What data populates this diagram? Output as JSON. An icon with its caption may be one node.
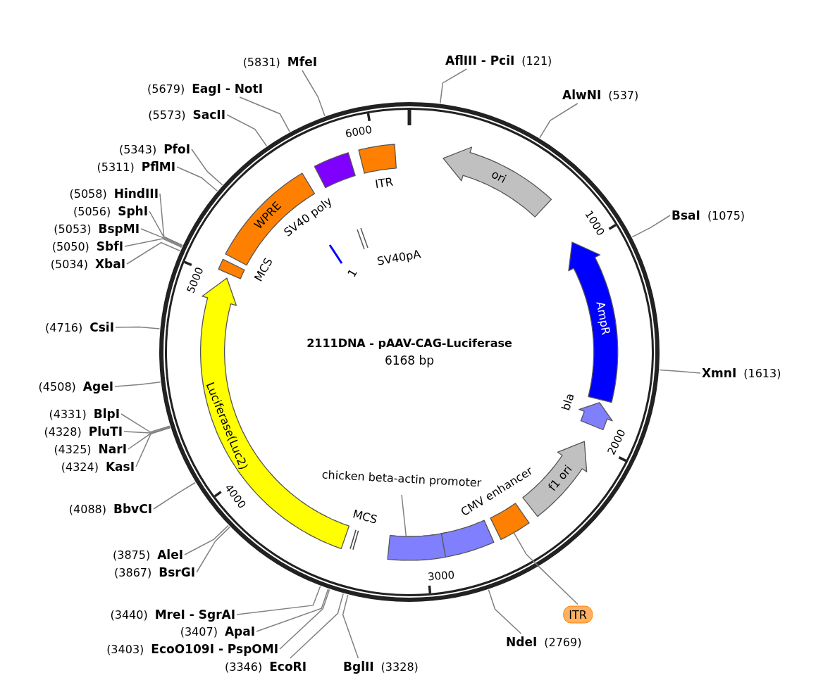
{
  "diagram": {
    "title": "2111DNA - pAAV-CAG-Luciferase",
    "nodes": [
      {
        "text": [],
        "shape": "circle"
      },
      {
        "text": [
          "ITR"
        ],
        "in": 0
      },
      {
        "text": [
          "ori"
        ],
        "in": 0
      },
      {
        "text": [
          "AmpR"
        ],
        "in": 0
      },
      {
        "text": [
          "bla"
        ],
        "in": 0
      },
      {
        "text": [
          "f1 ori"
        ],
        "in": 0
      },
      {
        "text": [],
        "shape": "box",
        "in": 0
      },
      {
        "text": [
          "ITR"
        ]
      },
      {
        "text": [
          "CMV enhancer"
        ],
        "in": 0
      },
      {
        "text": [],
        "shape": "box",
        "in": 0
      },
      {
        "text": [
          "chicken beta-actin promoter"
        ],
        "in": 0
      },
      {
        "text": [
          "MCS"
        ],
        "in": 0
      },
      {
        "text": [
          "Luciferase(Luc2)"
        ],
        "in": 0
      },
      {
        "text": [
          "MCS"
        ],
        "in": 0
      },
      {
        "text": [
          "WPRE"
        ],
        "in": 0
      },
      {
        "text": [
          "SV40 poly"
        ],
        "in": 0
      },
      {
        "text": [
          "SV40pA"
        ],
        "in": 0
      },
      {
        "text": [
          "1"
        ],
        "in": 0
      },
      {
        "text": [
          "AflIII - PciI",
          "(121)"
        ]
      },
      {
        "text": [
          "AlwNI",
          "(537)"
        ]
      },
      {
        "text": [
          "BsaI",
          "(1075)"
        ]
      },
      {
        "text": [
          "XmnI",
          "(1613)"
        ]
      },
      {
        "text": [
          "NdeI",
          "(2769)"
        ]
      },
      {
        "text": [
          "BglII",
          "(3328)"
        ]
      },
      {
        "text": [
          "(3346)",
          "EcoRI"
        ]
      },
      {
        "text": [
          "(3403)",
          "EcoO109I - PspOMI"
        ]
      },
      {
        "text": [
          "(3407)",
          "ApaI"
        ]
      },
      {
        "text": [
          "(3440)",
          "MreI - SgrAI"
        ]
      },
      {
        "text": [
          "(3867)",
          "BsrGI"
        ]
      },
      {
        "text": [
          "(3875)",
          "AleI"
        ]
      },
      {
        "text": [
          "(4088)",
          "BbvCI"
        ]
      },
      {
        "text": [
          "(4324)",
          "KasI"
        ]
      },
      {
        "text": [
          "(4325)",
          "NarI"
        ]
      },
      {
        "text": [
          "(4328)",
          "PluTI"
        ]
      },
      {
        "text": [
          "(4331)",
          "BlpI"
        ]
      },
      {
        "text": [
          "(4508)",
          "AgeI"
        ]
      },
      {
        "text": [
          "(4716)",
          "CsiI"
        ]
      },
      {
        "text": [
          "(5034)",
          "XbaI"
        ]
      },
      {
        "text": [
          "(5050)",
          "SbfI"
        ]
      },
      {
        "text": [
          "(5053)",
          "BspMI"
        ]
      },
      {
        "text": [
          "(5056)",
          "SphI"
        ]
      },
      {
        "text": [
          "(5058)",
          "HindIII"
        ]
      },
      {
        "text": [
          "(5311)",
          "PflMI"
        ]
      },
      {
        "text": [
          "(5343)",
          "PfoI"
        ]
      },
      {
        "text": [
          "(5573)",
          "SacII"
        ]
      },
      {
        "text": [
          "(5679)",
          "EagI - NotI"
        ]
      },
      {
        "text": [
          "(5831)",
          "MfeI"
        ]
      }
    ],
    "edges": [
      {
        "from": 18,
        "to": 0,
        "arrow": "none"
      },
      {
        "from": 19,
        "to": 0,
        "arrow": "none"
      },
      {
        "from": 20,
        "to": 0,
        "arrow": "none"
      },
      {
        "from": 21,
        "to": 0,
        "arrow": "none"
      },
      {
        "from": 22,
        "to": 0,
        "arrow": "none"
      },
      {
        "from": 23,
        "to": 0,
        "arrow": "none"
      },
      {
        "from": 24,
        "to": 0,
        "arrow": "none"
      },
      {
        "from": 25,
        "to": 0,
        "arrow": "none"
      },
      {
        "from": 26,
        "to": 0,
        "arrow": "none"
      },
      {
        "from": 27,
        "to": 0,
        "arrow": "none"
      },
      {
        "from": 28,
        "to": 0,
        "arrow": "none"
      },
      {
        "from": 29,
        "to": 0,
        "arrow": "none"
      },
      {
        "from": 30,
        "to": 0,
        "arrow": "none"
      },
      {
        "from": 31,
        "to": 0,
        "arrow": "none"
      },
      {
        "from": 32,
        "to": 0,
        "arrow": "none"
      },
      {
        "from": 33,
        "to": 0,
        "arrow": "none"
      },
      {
        "from": 34,
        "to": 0,
        "arrow": "none"
      },
      {
        "from": 35,
        "to": 0,
        "arrow": "none"
      },
      {
        "from": 36,
        "to": 0,
        "arrow": "none"
      },
      {
        "from": 37,
        "to": 0,
        "arrow": "none"
      },
      {
        "from": 38,
        "to": 0,
        "arrow": "none"
      },
      {
        "from": 39,
        "to": 0,
        "arrow": "none"
      },
      {
        "from": 40,
        "to": 0,
        "arrow": "none"
      },
      {
        "from": 41,
        "to": 0,
        "arrow": "none"
      },
      {
        "from": 42,
        "to": 0,
        "arrow": "none"
      },
      {
        "from": 43,
        "to": 0,
        "arrow": "none"
      },
      {
        "from": 44,
        "to": 0,
        "arrow": "none"
      },
      {
        "from": 45,
        "to": 0,
        "arrow": "none"
      },
      {
        "from": 46,
        "to": 0,
        "arrow": "none"
      },
      {
        "from": 7,
        "to": 6,
        "arrow": "none"
      },
      {
        "from": 10,
        "to": 9,
        "arrow": "none"
      }
    ],
    "labels": [
      "6168 bp",
      "1000",
      "2000",
      "3000",
      "4000",
      "5000",
      "6000"
    ]
  }
}
